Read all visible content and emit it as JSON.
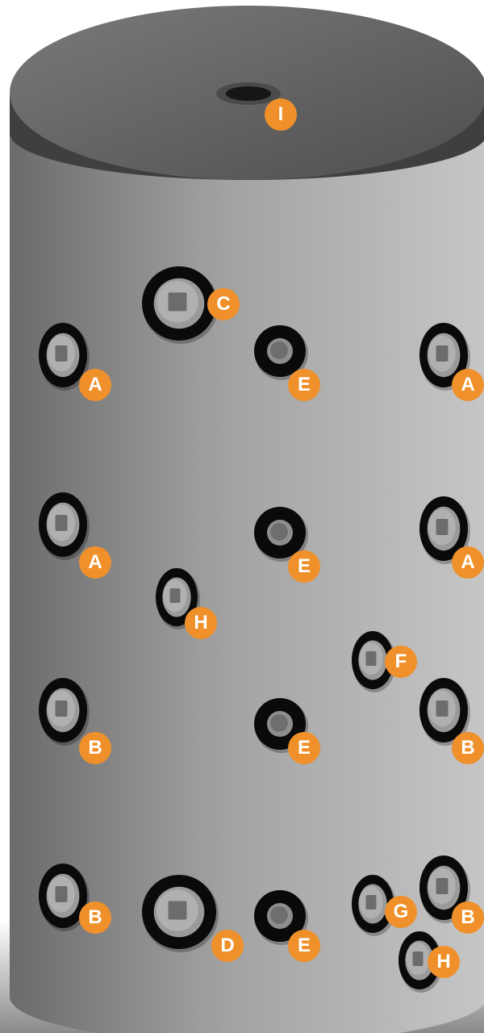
{
  "diagram": {
    "top_port": {
      "label": "I"
    },
    "connections": [
      {
        "label": "C",
        "kind": "large-flange"
      },
      {
        "label": "A",
        "kind": "flange"
      },
      {
        "label": "E",
        "kind": "sensor-port"
      },
      {
        "label": "A",
        "kind": "flange"
      },
      {
        "label": "A",
        "kind": "flange"
      },
      {
        "label": "E",
        "kind": "sensor-port"
      },
      {
        "label": "A",
        "kind": "flange"
      },
      {
        "label": "H",
        "kind": "small-flange"
      },
      {
        "label": "F",
        "kind": "small-flange"
      },
      {
        "label": "B",
        "kind": "flange"
      },
      {
        "label": "E",
        "kind": "sensor-port"
      },
      {
        "label": "B",
        "kind": "flange"
      },
      {
        "label": "B",
        "kind": "flange"
      },
      {
        "label": "D",
        "kind": "large-flange"
      },
      {
        "label": "E",
        "kind": "sensor-port"
      },
      {
        "label": "G",
        "kind": "small-flange"
      },
      {
        "label": "B",
        "kind": "flange"
      },
      {
        "label": "H",
        "kind": "small-flange"
      }
    ]
  },
  "colors": {
    "badge": "#f0902a",
    "body_dark": "#6a6a6a",
    "body_light": "#c4c4c4",
    "lid": "#5a5a5a",
    "ring": "#0a0a0a"
  }
}
